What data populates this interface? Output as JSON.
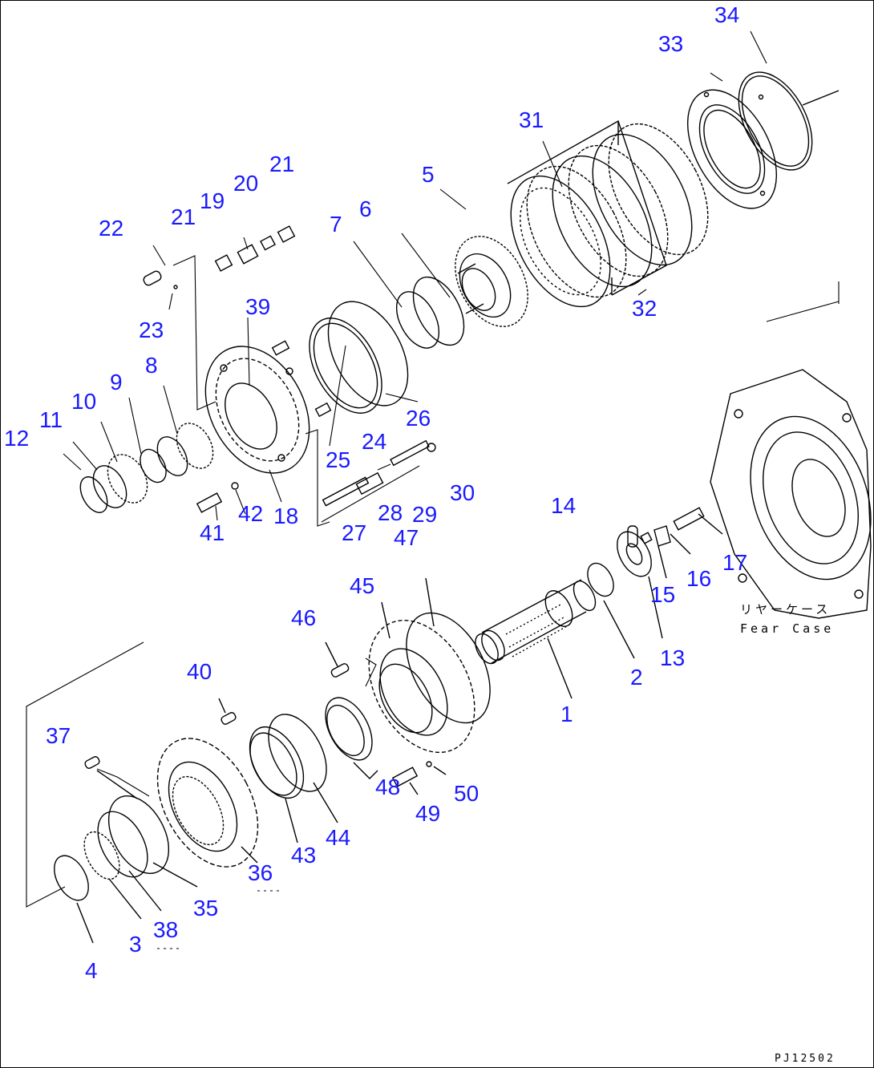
{
  "diagram": {
    "drawing_code": "PJ12502",
    "case_label_jp": "リヤーケース",
    "case_label_en": "Fear Case",
    "line_color": "#000000",
    "number_color": "#1a1aff"
  },
  "callouts": {
    "n1": "1",
    "n2": "2",
    "n3": "3",
    "n4": "4",
    "n5": "5",
    "n6": "6",
    "n7": "7",
    "n8": "8",
    "n9": "9",
    "n10": "10",
    "n11": "11",
    "n12": "12",
    "n13": "13",
    "n14": "14",
    "n15": "15",
    "n16": "16",
    "n17": "17",
    "n18": "18",
    "n19": "19",
    "n20": "20",
    "n21a": "21",
    "n21b": "21",
    "n22": "22",
    "n23": "23",
    "n24": "24",
    "n25": "25",
    "n26": "26",
    "n27": "27",
    "n28": "28",
    "n29": "29",
    "n30": "30",
    "n31": "31",
    "n32": "32",
    "n33": "33",
    "n34": "34",
    "n35": "35",
    "n36": "36",
    "n37": "37",
    "n38": "38",
    "n39": "39",
    "n40": "40",
    "n41": "41",
    "n42": "42",
    "n43": "43",
    "n44": "44",
    "n45": "45",
    "n46": "46",
    "n47": "47",
    "n48": "48",
    "n49": "49",
    "n50": "50"
  }
}
